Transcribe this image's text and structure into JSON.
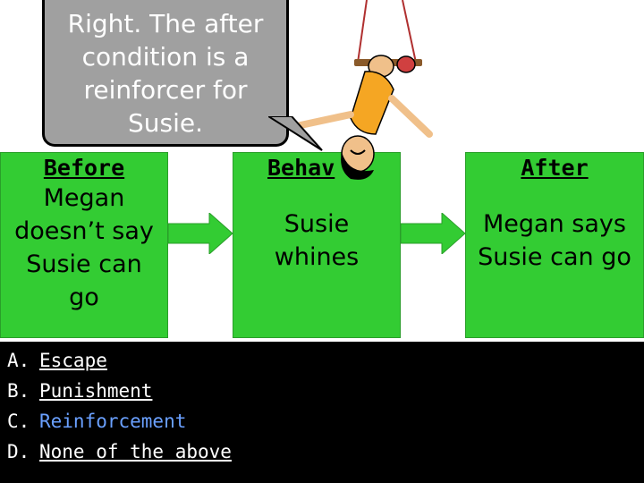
{
  "speech_bubble": {
    "line1": "Right. The after",
    "line2": "condition is a",
    "line3": "reinforcer for",
    "line4": "Susie."
  },
  "contingency": {
    "before": {
      "heading": "Before",
      "lines": [
        "Megan",
        "doesn’t say",
        "Susie can",
        "go"
      ]
    },
    "behavior": {
      "heading": "Behav",
      "lines": [
        "Susie",
        "whines"
      ]
    },
    "after": {
      "heading": "After",
      "lines": [
        "Megan says",
        "Susie can go"
      ]
    }
  },
  "options": [
    {
      "letter": "A.",
      "text": "Escape"
    },
    {
      "letter": "B.",
      "text": "Punishment"
    },
    {
      "letter": "C.",
      "text": "Reinforcement"
    },
    {
      "letter": "D.",
      "text": "None of the above"
    }
  ],
  "colors": {
    "box_fill": "#33cc33",
    "bubble_fill": "#a0a0a0",
    "selected_option": "#6aa0ff",
    "band": "#000000"
  },
  "icons": {
    "figure": "swinging-girl-icon",
    "arrow": "right-arrow-icon"
  }
}
